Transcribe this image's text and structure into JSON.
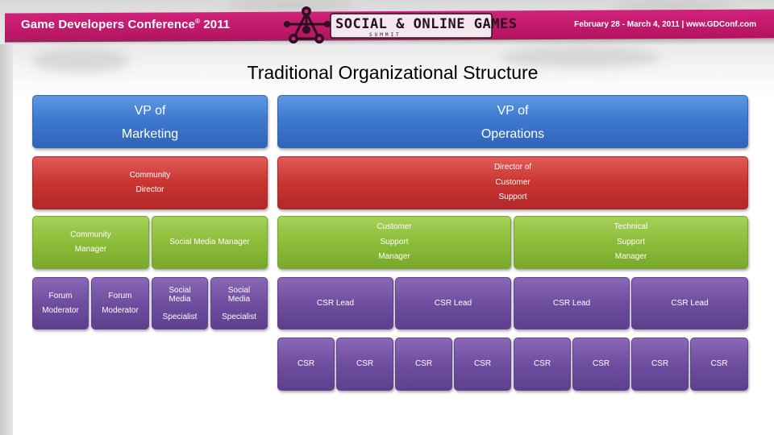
{
  "header": {
    "conference_title": "Game Developers Conference",
    "conference_registered": "®",
    "conference_year": "2011",
    "summit_logo_text": "SOCIAL & ONLINE GAMES",
    "summit_logo_sub": "SUMMIT",
    "dates_site": "February 28 - March 4, 2011 | www.GDConf.com"
  },
  "slide": {
    "title": "Traditional Organizational Structure"
  },
  "org": {
    "marketing": {
      "vp": "VP of\nMarketing",
      "director": "Community\nDirector",
      "community_manager": "Community\nManager",
      "social_media_manager": "Social Media Manager",
      "forum_moderator_1": "Forum\nModerator",
      "forum_moderator_2": "Forum\nModerator",
      "social_media_specialist_1": "Social\nMedia\n\nSpecialist",
      "social_media_specialist_2": "Social\nMedia\n\nSpecialist"
    },
    "operations": {
      "vp": "VP of\nOperations",
      "director": "Director of\nCustomer\nSupport",
      "customer_support_manager": "Customer\nSupport\nManager",
      "technical_support_manager": "Technical\nSupport\nManager",
      "csr_leads": [
        "CSR Lead",
        "CSR Lead",
        "CSR Lead",
        "CSR Lead"
      ],
      "csrs": [
        "CSR",
        "CSR",
        "CSR",
        "CSR",
        "CSR",
        "CSR",
        "CSR",
        "CSR"
      ]
    }
  },
  "colors": {
    "header_magenta": "#c01a6a",
    "vp_blue": "#3f7ad0",
    "director_red": "#c83531",
    "manager_green": "#8bbd39",
    "staff_purple": "#6f4ea0"
  },
  "icons": {
    "summit_logo": "molecule-network-logo"
  }
}
